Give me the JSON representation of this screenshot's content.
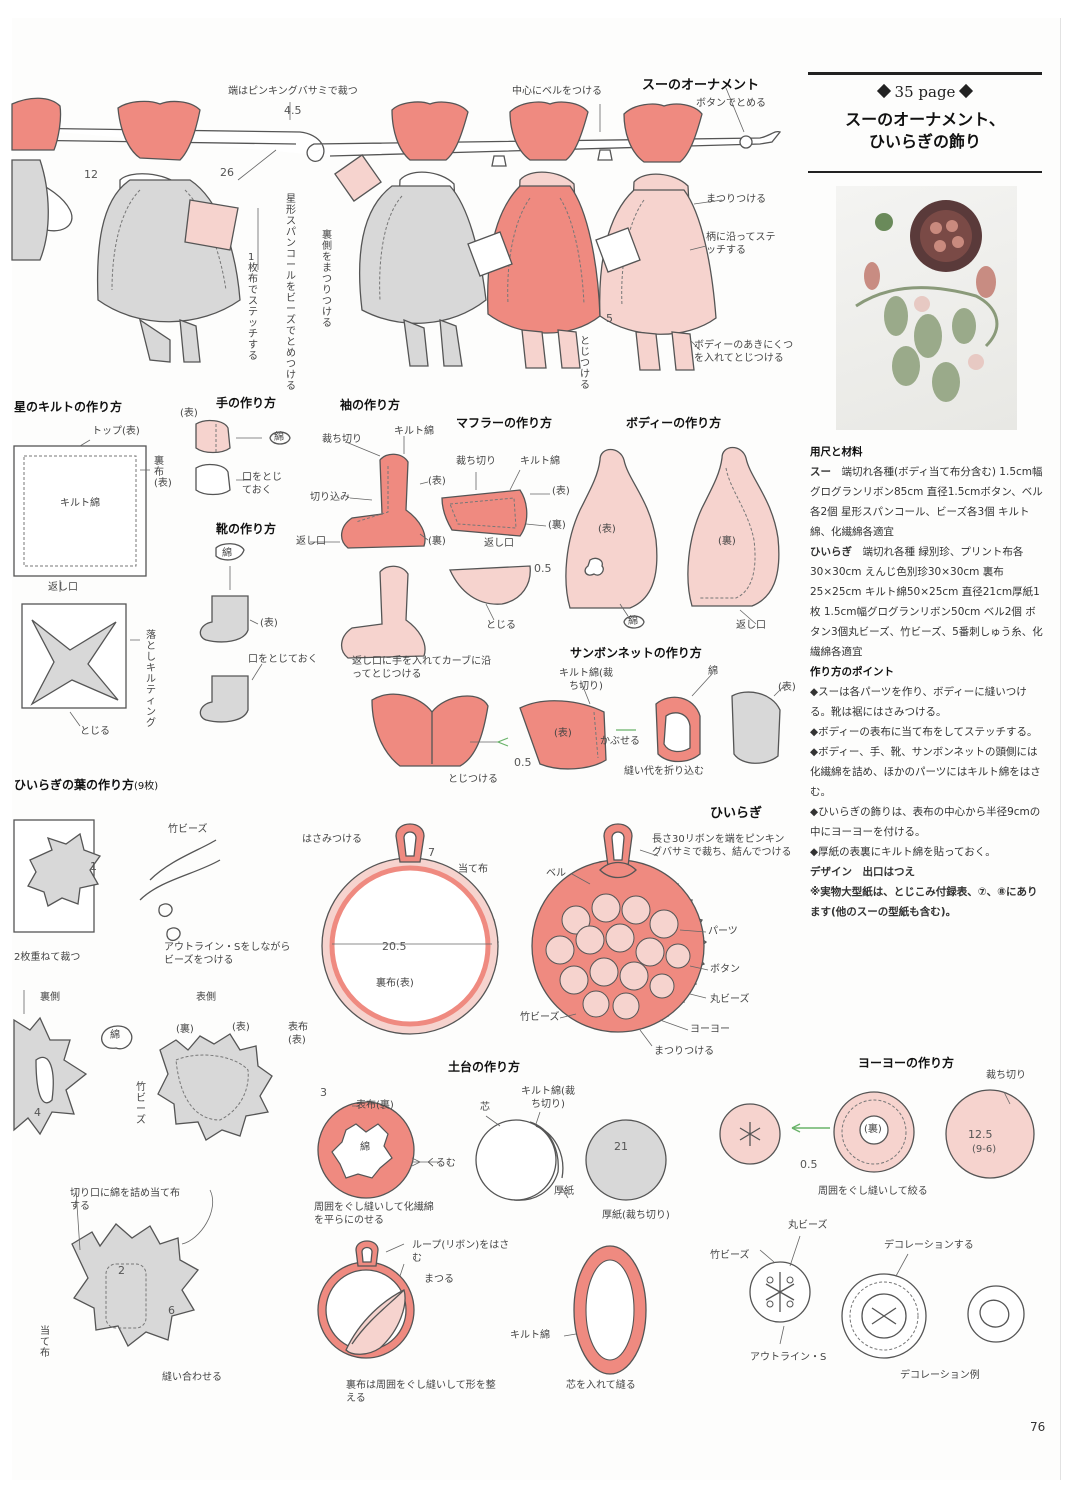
{
  "colors": {
    "pink": "#ef8a80",
    "light_pink": "#f6d3ce",
    "gray": "#d8d8d8",
    "line": "#555555"
  },
  "header": {
    "page_ref": "35 page",
    "title_line1": "スーのオーナメント、",
    "title_line2": "ひいらぎの飾り"
  },
  "photo": {
    "icon": "photo-ornaments"
  },
  "materials": {
    "heading": "用尺と材料",
    "sue_label": "スー",
    "sue_text": "端切れ各種(ボディ当て布分含む) 1.5cm幅グログランリボン85cm 直径1.5cmボタン、ベル各2個 星形スパンコール、ビーズ各3個 キルト綿、化繊綿各適宜",
    "holly_label": "ひいらぎ",
    "holly_text": "端切れ各種 緑別珍、プリント布各30×30cm えんじ色別珍30×30cm 裏布25×25cm キルト綿50×25cm 直径21cm厚紙1枚 1.5cm幅グログランリボン50cm ベル2個 ボタン3個丸ビーズ、竹ビーズ、5番刺しゅう糸、化繊綿各適宜",
    "points_heading": "作り方のポイント",
    "points": [
      "◆スーは各パーツを作り、ボディーに縫いつける。靴は裾にはさみつける。",
      "◆ボディーの表布に当て布をしてステッチする。",
      "◆ボディー、手、靴、サンボンネットの頭側には化繊綿を詰め、ほかのパーツにはキルト綿をはさむ。",
      "◆ひいらぎの飾りは、表布の中心から半径9cmの中にヨーヨーを付ける。",
      "◆厚紙の表裏にキルト綿を貼っておく。"
    ],
    "design_label": "デザイン",
    "design_text": "出口はつえ",
    "note": "※実物大型紙は、とじこみ付録表、⑦、⑧にあります(他のスーの型紙も含む)。"
  },
  "sections": {
    "sue_ornament": "スーのオーナメント",
    "star_quilt": "星のキルトの作り方",
    "hand": "手の作り方",
    "sleeve": "袖の作り方",
    "muffler": "マフラーの作り方",
    "body": "ボディーの作り方",
    "shoes": "靴の作り方",
    "sunbonnet": "サンボンネットの作り方",
    "holly_leaf": "ひいらぎの葉の作り方",
    "holly_leaf_count": "(9枚)",
    "holly": "ひいらぎ",
    "base": "土台の作り方",
    "yoyo": "ヨーヨーの作り方"
  },
  "labels": {
    "pinking_cut": "端はピンキングバサミで裁つ",
    "n45": "4.5",
    "n12": "12",
    "n26": "26",
    "star_sequin": "星形スパンコールをビーズでとめつける",
    "one_stitch": "1枚布でステッチする",
    "muffler_attach": "裏側をまつりつける",
    "bell_center": "中心にベルをつける",
    "button_fix": "ボタンでとめる",
    "blind_stitch": "まつりつける",
    "stitch_along": "柄に沿ってステッチする",
    "n5": "5",
    "close": "とじつける",
    "body_shoes": "ボディーのあきにくつを入れてとじつける",
    "top_face": "トップ(表)",
    "quilt_batting": "キルト綿",
    "back_cloth": "裏布(表)",
    "turn_opening": "返し口",
    "drop_quilt": "落としキルティング",
    "closing": "とじる",
    "face": "(表)",
    "back": "(裏)",
    "batting": "綿",
    "close_opening": "口をとじておく",
    "cut_out": "裁ち切り",
    "quilt_batting2": "キルト綿",
    "notch": "切り込み",
    "opening": "返し口",
    "n05": "0.5",
    "hand_curve": "返し口に手を入れてカーブに沿ってとじつける",
    "quilt_cut": "キルト綿(裁ち切り)",
    "cover": "かぶせる",
    "fold_seam": "縫い代を折り込む",
    "bamboo_bead": "竹ビーズ",
    "n1": "1",
    "outline_bead": "アウトライン・Sをしながらビーズをつける",
    "cut_two": "2枚重ねて裁つ",
    "back_side": "裏側",
    "front_side": "表側",
    "stuff_leaf": "切り口に綿を詰め当て布する",
    "n4": "4",
    "n2": "2",
    "n6": "6",
    "patch": "当て布",
    "sew_together": "縫い合わせる",
    "sandwich": "はさみつける",
    "n7": "7",
    "patch2": "当て布",
    "n205": "20.5",
    "lining_face": "裏布(表)",
    "outer_face": "表布(表)",
    "ribbon_note": "長さ30リボンを端をピンキングバサミで裁ち、結んでつける",
    "bell": "ベル",
    "parts": "パーツ",
    "button": "ボタン",
    "round_bead": "丸ビーズ",
    "yoyo_item": "ヨーヨー",
    "sew_on": "まつりつける",
    "outer_back": "表布(裏)",
    "n3": "3",
    "core": "芯",
    "quilt_cut2": "キルト綿(裁ち切り)",
    "wrap": "くるむ",
    "cardboard": "厚紙",
    "n21": "21",
    "cardboard_cut": "厚紙(裁ち切り)",
    "gather_stuff": "周囲をぐし縫いして化繊綿を平らにのせる",
    "loop": "ループ(リボン)をはさむ",
    "blind2": "まつる",
    "lining_gather": "裏布は周囲をぐし縫いして形を整える",
    "insert_core": "芯を入れて縫る",
    "cutoff": "裁ち切り",
    "n125": "12.5",
    "n96": "(9-6)",
    "gather_tight": "周囲をぐし縫いして絞る",
    "decorate": "デコレーションする",
    "outline_s": "アウトライン・S",
    "deco_example": "デコレーション例"
  },
  "page_number": "76"
}
